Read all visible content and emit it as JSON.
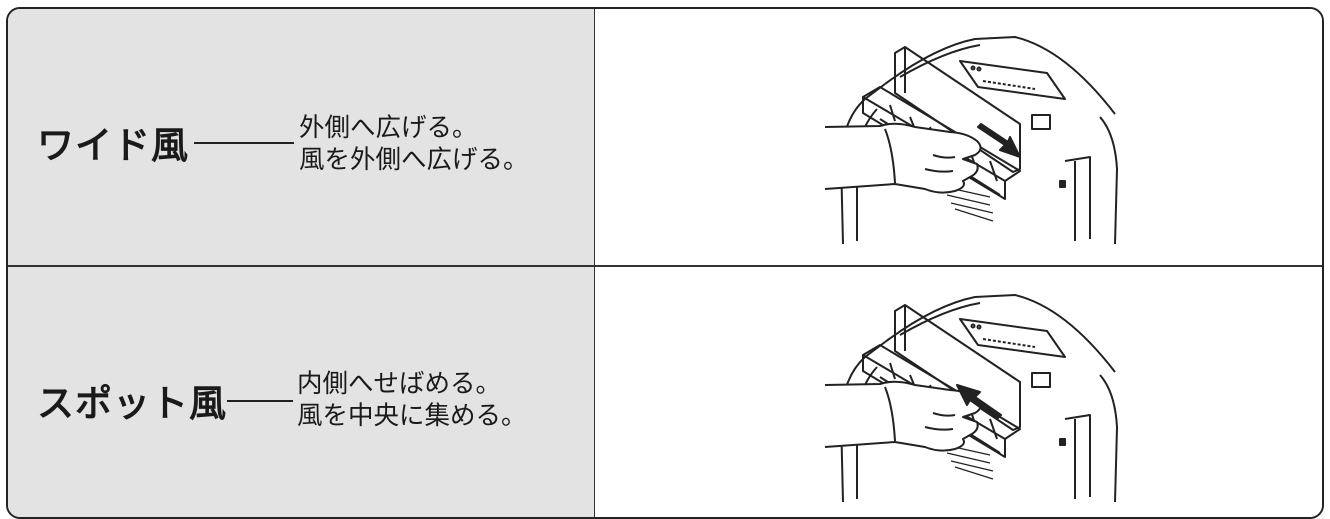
{
  "rows": [
    {
      "mode": "ワイド風",
      "desc_line1": "外側へ広げる。",
      "desc_line2": "風を外側へ広げる。",
      "arrow_direction": "right",
      "illustration": "dehumidifier-louver-wide-illustration"
    },
    {
      "mode": "スポット風",
      "desc_line1": "内側へせばめる。",
      "desc_line2": "風を中央に集める。",
      "arrow_direction": "left",
      "illustration": "dehumidifier-louver-spot-illustration"
    }
  ]
}
